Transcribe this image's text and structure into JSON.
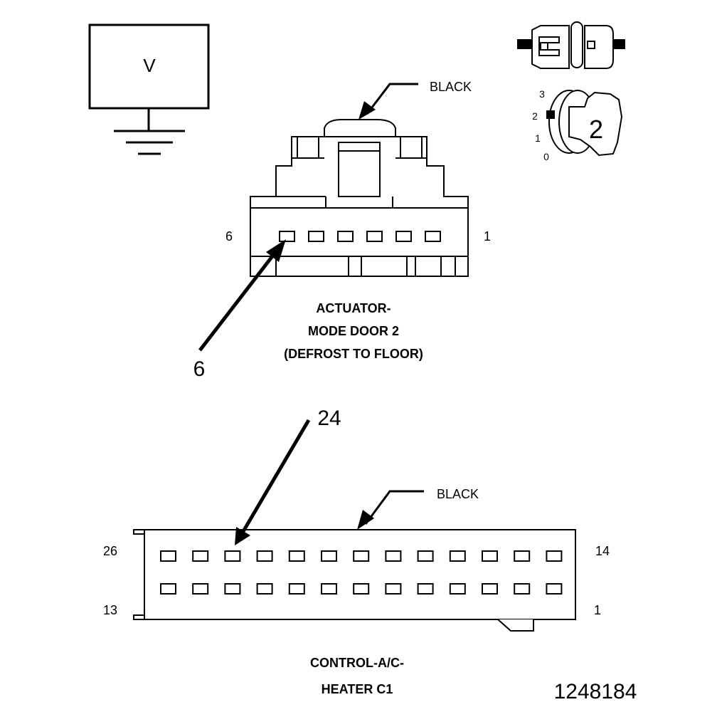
{
  "voltmeter": {
    "symbol": "V"
  },
  "key_switch": {
    "positions": [
      "3",
      "2",
      "1",
      "0"
    ],
    "selected_position": "2"
  },
  "actuator_connector": {
    "color_label": "BLACK",
    "pin_left": "6",
    "pin_right": "1",
    "probe_pin": "6",
    "title_lines": [
      "ACTUATOR-",
      "MODE DOOR 2",
      "(DEFROST TO FLOOR)"
    ]
  },
  "control_connector": {
    "color_label": "BLACK",
    "probe_pin": "24",
    "pin_top_left": "26",
    "pin_top_right": "14",
    "pin_bottom_left": "13",
    "pin_bottom_right": "1",
    "title_lines": [
      "CONTROL-A/C-",
      "HEATER C1"
    ]
  },
  "figure_id": "1248184"
}
